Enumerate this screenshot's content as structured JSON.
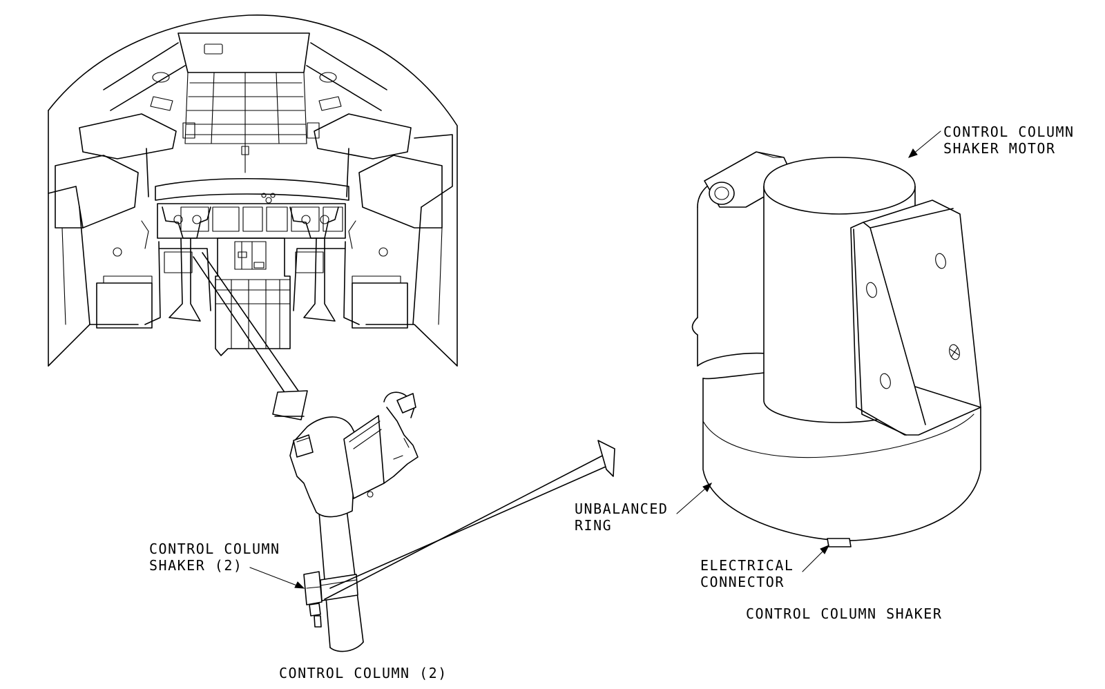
{
  "labels": {
    "shaker_motor_line1": "CONTROL COLUMN",
    "shaker_motor_line2": "SHAKER MOTOR",
    "unbalanced_ring_line1": "UNBALANCED",
    "unbalanced_ring_line2": "RING",
    "electrical_connector_line1": "ELECTRICAL",
    "electrical_connector_line2": "CONNECTOR",
    "detail_title": "CONTROL COLUMN SHAKER",
    "column_shaker_line1": "CONTROL COLUMN",
    "column_shaker_line2": "SHAKER (2)",
    "control_column": "CONTROL COLUMN (2)"
  }
}
